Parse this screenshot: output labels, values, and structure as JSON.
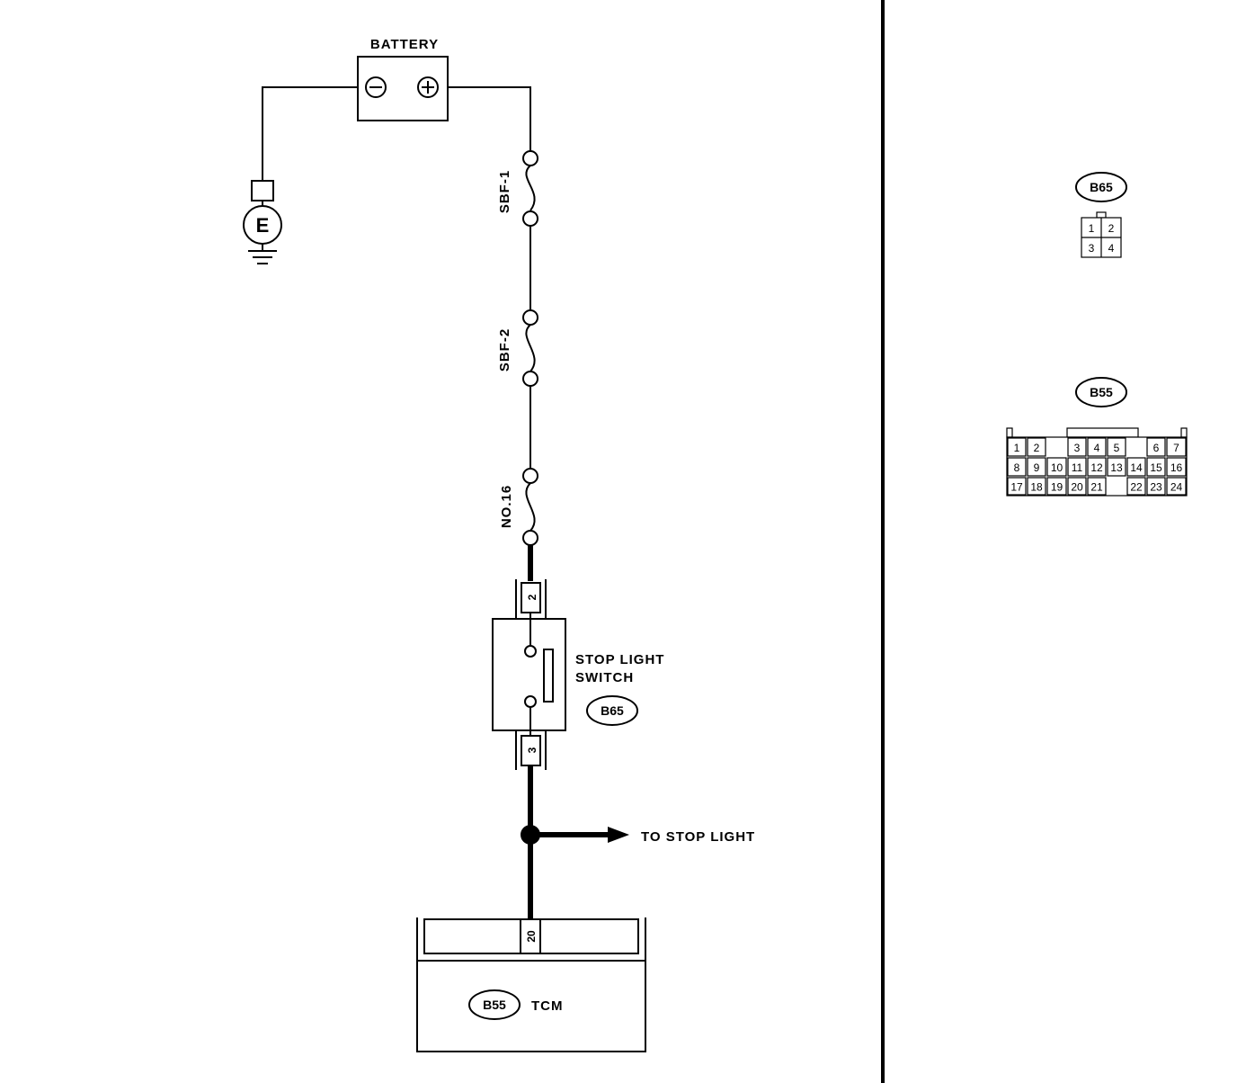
{
  "battery": {
    "label": "BATTERY",
    "neg_symbol": "−",
    "pos_symbol": "+"
  },
  "ground": {
    "label": "E"
  },
  "fuses": [
    {
      "label": "SBF-1"
    },
    {
      "label": "SBF-2"
    },
    {
      "label": "NO.16"
    }
  ],
  "stop_light_switch": {
    "label_line1": "STOP LIGHT",
    "label_line2": "SWITCH",
    "connector": "B65",
    "pin_in": "2",
    "pin_out": "3"
  },
  "junction": {
    "label": "TO STOP LIGHT"
  },
  "tcm": {
    "connector": "B55",
    "label": "TCM",
    "pin": "20"
  },
  "connector_views": {
    "b65": {
      "label": "B65",
      "rows": [
        [
          "1",
          "2"
        ],
        [
          "3",
          "4"
        ]
      ]
    },
    "b55": {
      "label": "B55",
      "row1": [
        "1",
        "2",
        "3",
        "4",
        "5",
        "6",
        "7"
      ],
      "row2": [
        "8",
        "9",
        "10",
        "11",
        "12",
        "13",
        "14",
        "15",
        "16"
      ],
      "row3": [
        "17",
        "18",
        "19",
        "20",
        "21",
        "22",
        "23",
        "24"
      ]
    }
  }
}
